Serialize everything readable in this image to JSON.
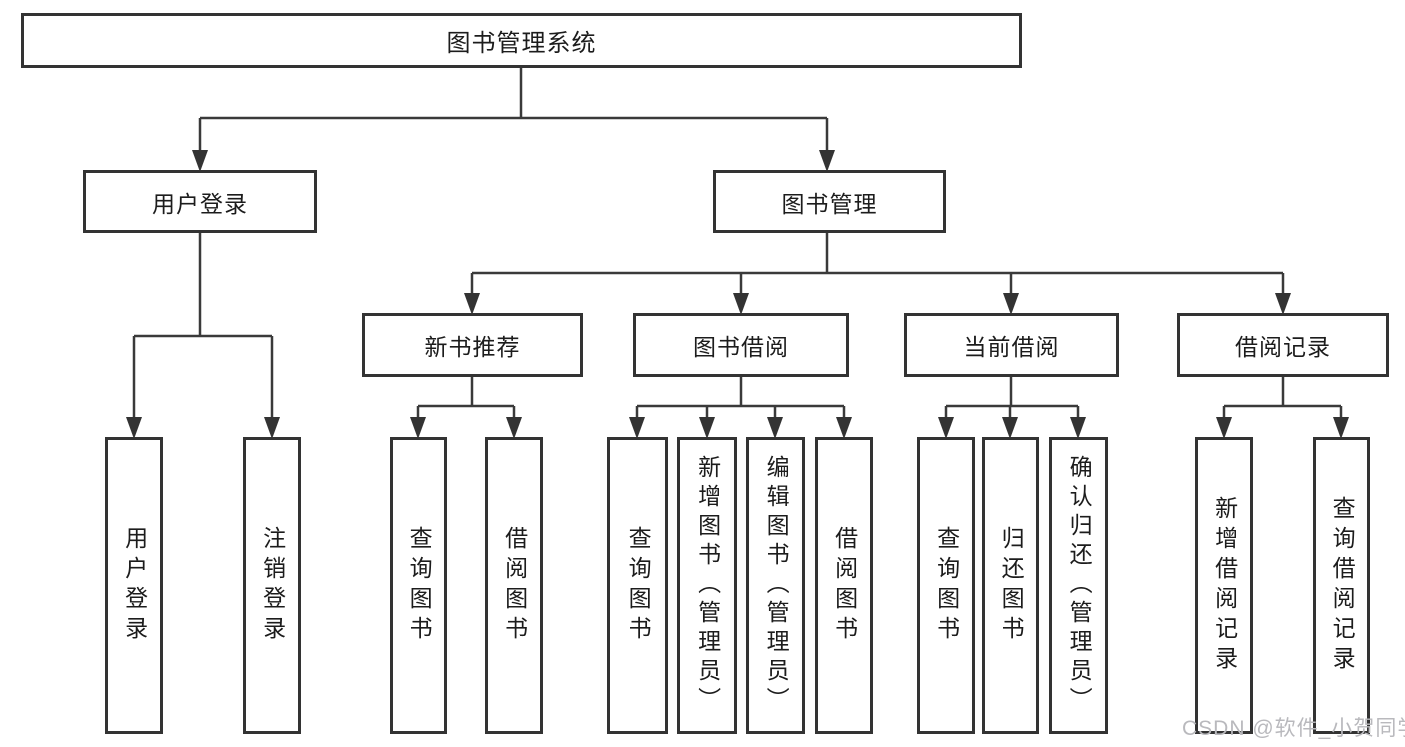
{
  "watermark": "CSDN @软件_小贺同学",
  "colors": {
    "background": "#ffffff",
    "line": "#3a3a3a",
    "box_border": "#333333",
    "text": "#1c1c1c",
    "watermark": "#b9b9bd"
  },
  "tree": {
    "root": {
      "label": "图书管理系统"
    },
    "branches": [
      {
        "label": "用户登录",
        "children": [
          {
            "label": "用户登录"
          },
          {
            "label": "注销登录"
          }
        ]
      },
      {
        "label": "图书管理",
        "modules": [
          {
            "label": "新书推荐",
            "children": [
              {
                "label": "查询图书"
              },
              {
                "label": "借阅图书"
              }
            ]
          },
          {
            "label": "图书借阅",
            "children": [
              {
                "label": "查询图书"
              },
              {
                "label": "新增图书（管理员）"
              },
              {
                "label": "编辑图书（管理员）"
              },
              {
                "label": "借阅图书"
              }
            ]
          },
          {
            "label": "当前借阅",
            "children": [
              {
                "label": "查询图书"
              },
              {
                "label": "归还图书"
              },
              {
                "label": "确认归还（管理员）"
              }
            ]
          },
          {
            "label": "借阅记录",
            "children": [
              {
                "label": "新增借阅记录"
              },
              {
                "label": "查询借阅记录"
              }
            ]
          }
        ]
      }
    ]
  }
}
